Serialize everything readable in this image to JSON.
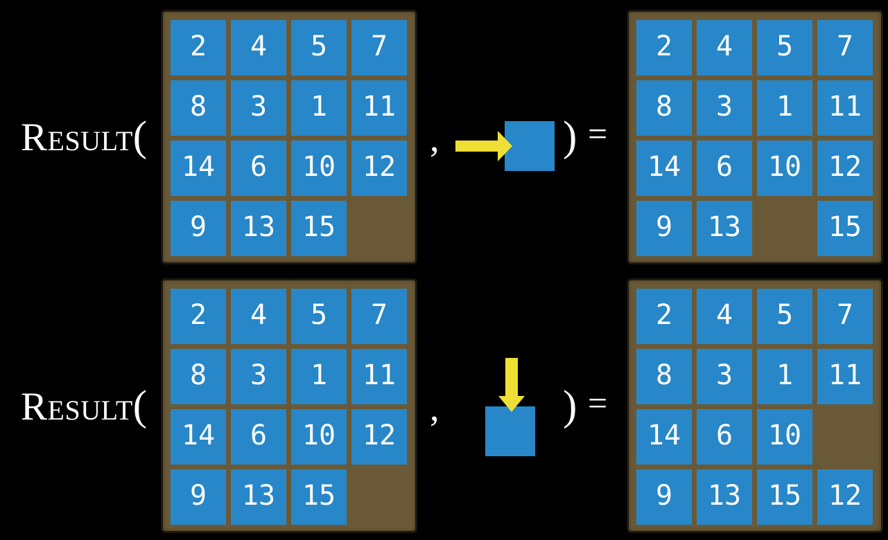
{
  "figure": {
    "background": "#000000",
    "colors": {
      "bg": "#000000",
      "tile_blue": "#2787C8",
      "frame_brown": "#6A5936",
      "frame_border": "#1C1710",
      "arrow_yellow": "#EFDF35",
      "text": "#FFFFFF"
    },
    "rows": [
      {
        "name": "slide-right-example",
        "function_label": "Result",
        "open_paren": "(",
        "separator": ",",
        "close_paren": ")",
        "equals": "=",
        "action": {
          "icon": "right-arrow-icon",
          "direction": "right"
        },
        "input_board": {
          "cells": [
            [
              2,
              4,
              5,
              7
            ],
            [
              8,
              3,
              1,
              11
            ],
            [
              14,
              6,
              10,
              12
            ],
            [
              9,
              13,
              15,
              null
            ]
          ]
        },
        "output_board": {
          "cells": [
            [
              2,
              4,
              5,
              7
            ],
            [
              8,
              3,
              1,
              11
            ],
            [
              14,
              6,
              10,
              12
            ],
            [
              9,
              13,
              null,
              15
            ]
          ]
        }
      },
      {
        "name": "slide-down-example",
        "function_label": "Result",
        "open_paren": "(",
        "separator": ",",
        "close_paren": ")",
        "equals": "=",
        "action": {
          "icon": "down-arrow-icon",
          "direction": "down"
        },
        "input_board": {
          "cells": [
            [
              2,
              4,
              5,
              7
            ],
            [
              8,
              3,
              1,
              11
            ],
            [
              14,
              6,
              10,
              12
            ],
            [
              9,
              13,
              15,
              null
            ]
          ]
        },
        "output_board": {
          "cells": [
            [
              2,
              4,
              5,
              7
            ],
            [
              8,
              3,
              1,
              11
            ],
            [
              14,
              6,
              10,
              null
            ],
            [
              9,
              13,
              15,
              12
            ]
          ]
        }
      }
    ]
  }
}
